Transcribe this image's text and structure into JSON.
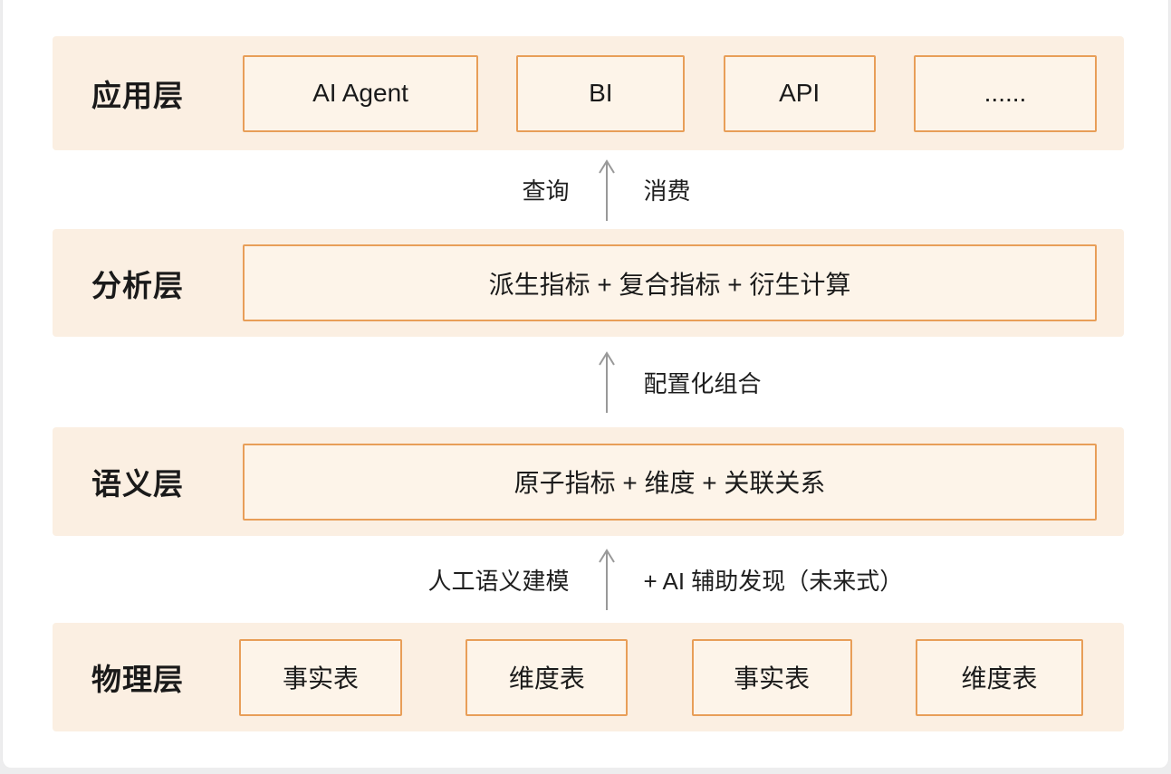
{
  "diagram_title": "semantic-layer-architecture",
  "colors": {
    "band_bg": "#fbefe2",
    "box_bg": "#fdf4e9",
    "box_border": "#e89e58",
    "text": "#1a1a1a",
    "arrow": "#999999",
    "page_bg": "#ffffff"
  },
  "layers": [
    {
      "id": "application",
      "label": "应用层",
      "boxes": [
        {
          "label": "AI Agent"
        },
        {
          "label": "BI"
        },
        {
          "label": "API"
        },
        {
          "label": "......"
        }
      ]
    },
    {
      "id": "analysis",
      "label": "分析层",
      "boxes": [
        {
          "label": "派生指标 + 复合指标 + 衍生计算"
        }
      ]
    },
    {
      "id": "semantic",
      "label": "语义层",
      "boxes": [
        {
          "label": "原子指标 + 维度 + 关联关系"
        }
      ]
    },
    {
      "id": "physical",
      "label": "物理层",
      "boxes": [
        {
          "label": "事实表"
        },
        {
          "label": "维度表"
        },
        {
          "label": "事实表"
        },
        {
          "label": "维度表"
        }
      ]
    }
  ],
  "connectors": [
    {
      "left_label": "查询",
      "right_label": "消费"
    },
    {
      "left_label": "",
      "right_label": "配置化组合"
    },
    {
      "left_label": "人工语义建模",
      "right_label": "+ AI 辅助发现（未来式）"
    }
  ]
}
